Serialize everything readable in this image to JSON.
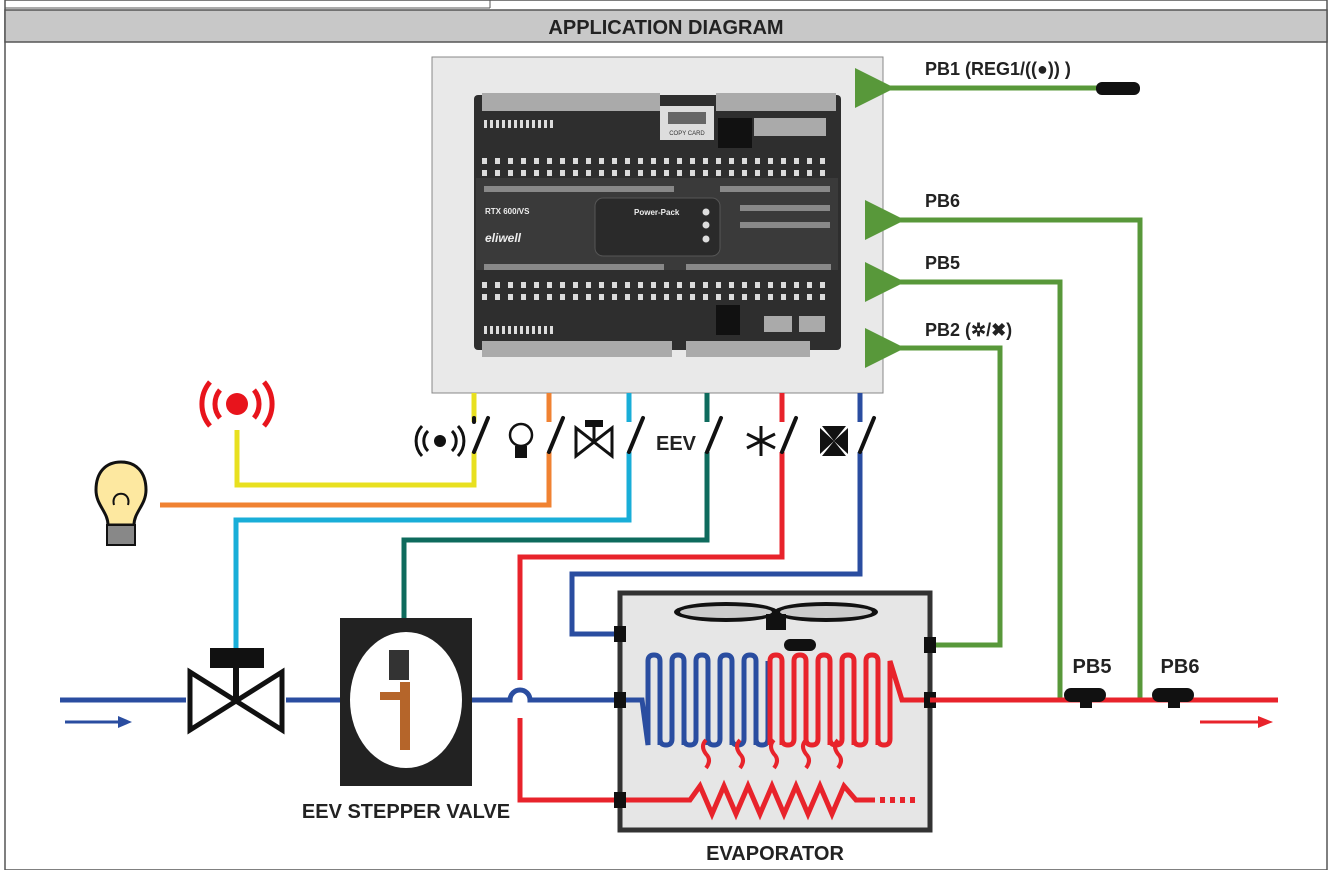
{
  "header": {
    "title": "APPLICATION DIAGRAM"
  },
  "controller": {
    "model": "RTX 600/VS",
    "brand": "eliwell",
    "module": "Power-Pack",
    "copy_card": "COPY CARD"
  },
  "probes": {
    "pb1": "PB1 (REG1/((●)) )",
    "pb6": "PB6",
    "pb5": "PB5",
    "pb2": "PB2 (✲/✖)",
    "pb5_pipe": "PB5",
    "pb6_pipe": "PB6"
  },
  "outputs": {
    "eev": "EEV"
  },
  "components": {
    "eev_valve": "EEV STEPPER VALVE",
    "evaporator": "EVAPORATOR"
  },
  "colors": {
    "alarm": "#e8141c",
    "light": "#f08232",
    "solenoid": "#19aed8",
    "eev": "#0e6b5d",
    "defrost": "#e8232b",
    "fan": "#2a4da0",
    "probe_line": "#58983a",
    "alarm_wire": "#e8e020",
    "header_bg": "#c8c8c8"
  }
}
